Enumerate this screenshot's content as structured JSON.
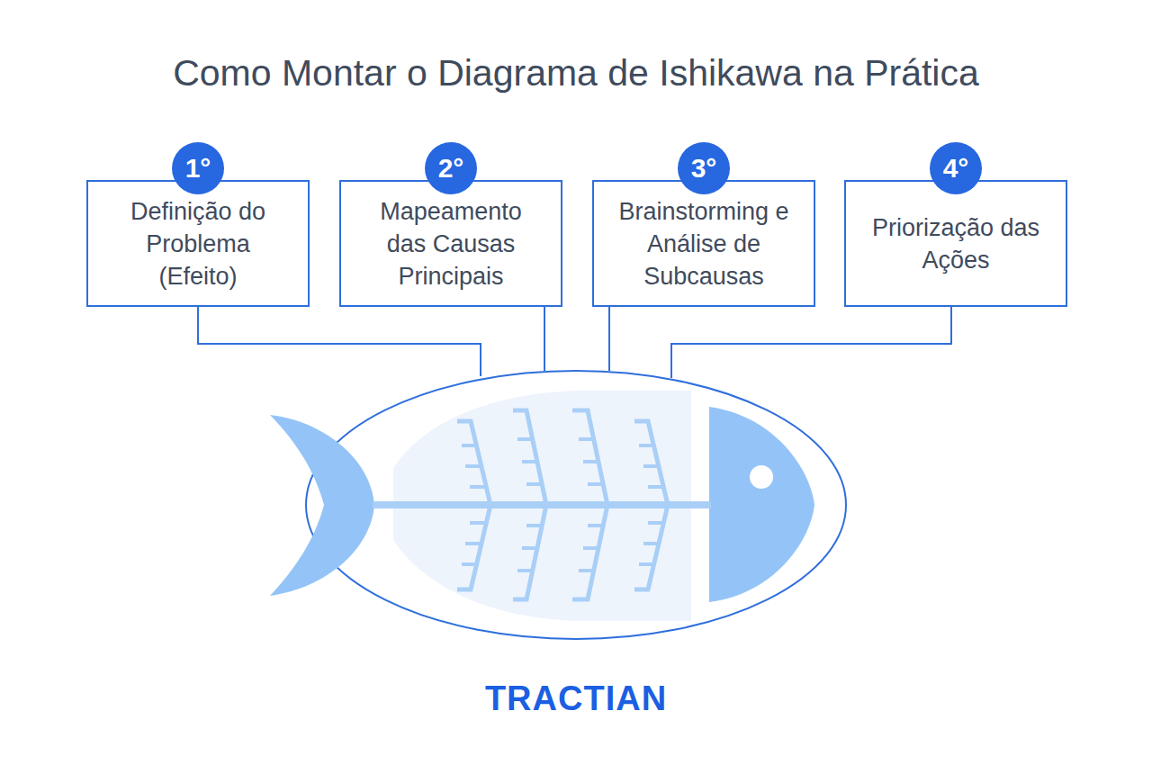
{
  "diagram": {
    "title": "Como Montar o Diagrama de Ishikawa na Prática",
    "nodes": [
      {
        "text": [
          "1°",
          "Definição do Problema (Efeito)"
        ]
      },
      {
        "text": [
          "2°",
          "Mapeamento das Causas Principais"
        ]
      },
      {
        "text": [
          "3°",
          "Brainstorming e Análise de Subcausas"
        ]
      },
      {
        "text": [
          "4°",
          "Priorização das Ações"
        ]
      }
    ],
    "labels": [
      "TRACTIAN"
    ]
  }
}
